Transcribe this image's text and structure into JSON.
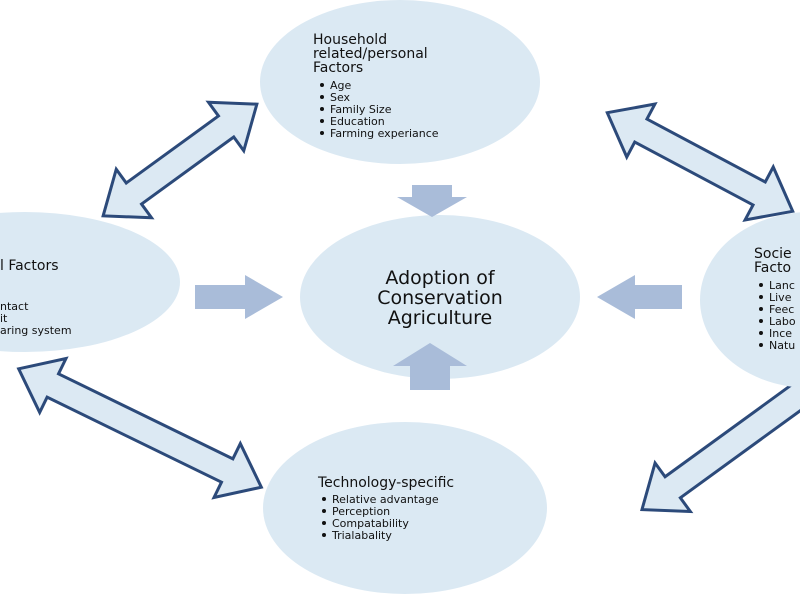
{
  "center": {
    "lines": [
      "Adoption of",
      "Conservation",
      "Agriculture"
    ]
  },
  "top": {
    "title": [
      "Household",
      "related/personal",
      "Factors"
    ],
    "items": [
      "Age",
      "Sex",
      "Family Size",
      "Education",
      "Farming experiance"
    ]
  },
  "left": {
    "title": "l Factors",
    "items": [
      "ntact",
      "it",
      "aring system"
    ]
  },
  "right": {
    "title": [
      "Socie",
      "Facto"
    ],
    "items": [
      "Lanc",
      "Live",
      "Feec",
      "Labo",
      "Ince",
      "Natu"
    ]
  },
  "bottom": {
    "title": "Technology-specific",
    "items": [
      "Relative advantage",
      "Perception",
      "Compatability",
      "Trialabality"
    ]
  },
  "colors": {
    "ellipse": "#dbe9f3",
    "arrow_outline": "#2c4a7a",
    "block_arrow": "#a9bcd9"
  }
}
